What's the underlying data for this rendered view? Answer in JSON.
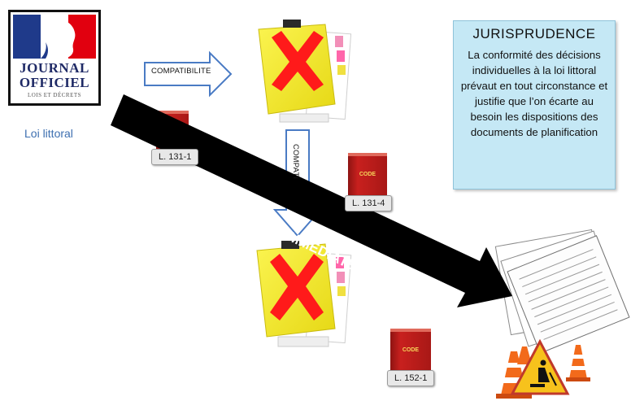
{
  "logo": {
    "line1": "JOURNAL",
    "line2": "OFFICIEL",
    "line3": "LOIS ET DÉCRETS"
  },
  "loi_label": "Loi littoral",
  "arrows": {
    "horizontal_label": "COMPATIBILITE",
    "vertical_label": "COMPATI",
    "banner_label": "CONFORMITE IMMEDIATE"
  },
  "code_refs": [
    "L. 131-1",
    "L. 131-4",
    "L. 152-1"
  ],
  "code_book_title": "CODE",
  "jurisprudence": {
    "title": "JURISPRUDENCE",
    "text": "La conformité des décisions individuelles à la loi littoral prévaut en tout circonstance et justifie que l’on écarte au besoin les dispositions des documents de planification"
  },
  "colors": {
    "folder_yellow": "#f2ea1d",
    "cross_red": "#ff1a1a",
    "book_red": "#c8201e",
    "arrow_outline": "#4a7bc4",
    "banner": "#000000",
    "juris_bg": "#c5e8f5",
    "cone_orange": "#f26a1b"
  }
}
